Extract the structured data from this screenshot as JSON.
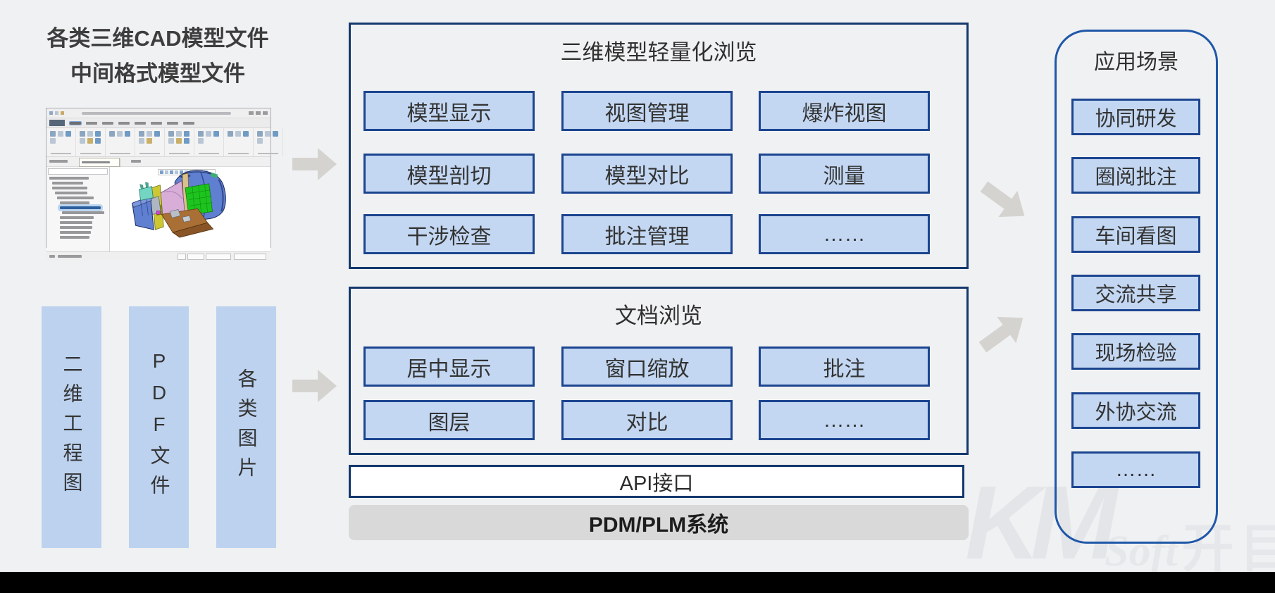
{
  "left": {
    "title_line1": "各类三维CAD模型文件",
    "title_line2": "中间格式模型文件",
    "source_columns": [
      "二维工程图",
      "PDF文件",
      "各类图片"
    ]
  },
  "model_browse": {
    "title": "三维模型轻量化浏览",
    "items": [
      "模型显示",
      "视图管理",
      "爆炸视图",
      "模型剖切",
      "模型对比",
      "测量",
      "干涉检查",
      "批注管理",
      "……"
    ]
  },
  "doc_browse": {
    "title": "文档浏览",
    "items": [
      "居中显示",
      "窗口缩放",
      "批注",
      "图层",
      "对比",
      "……"
    ]
  },
  "platform": {
    "api_label": "API接口",
    "pdm_label": "PDM/PLM系统"
  },
  "scenarios": {
    "title": "应用场景",
    "items": [
      "协同研发",
      "圈阅批注",
      "车间看图",
      "交流共享",
      "现场检验",
      "外协交流",
      "……"
    ]
  },
  "watermark": {
    "logo": "KM",
    "soft": "Soft",
    "cjk": "开目"
  },
  "colors": {
    "background": "#f0f1f2",
    "box_border_navy": "#14386e",
    "button_border": "#1c4590",
    "button_fill": "#c3d7f2",
    "right_panel_border": "#1f57a8",
    "arrow_gray": "#d5d3d0",
    "pdm_fill": "#d9d9d9",
    "black_bar": "#000000"
  }
}
